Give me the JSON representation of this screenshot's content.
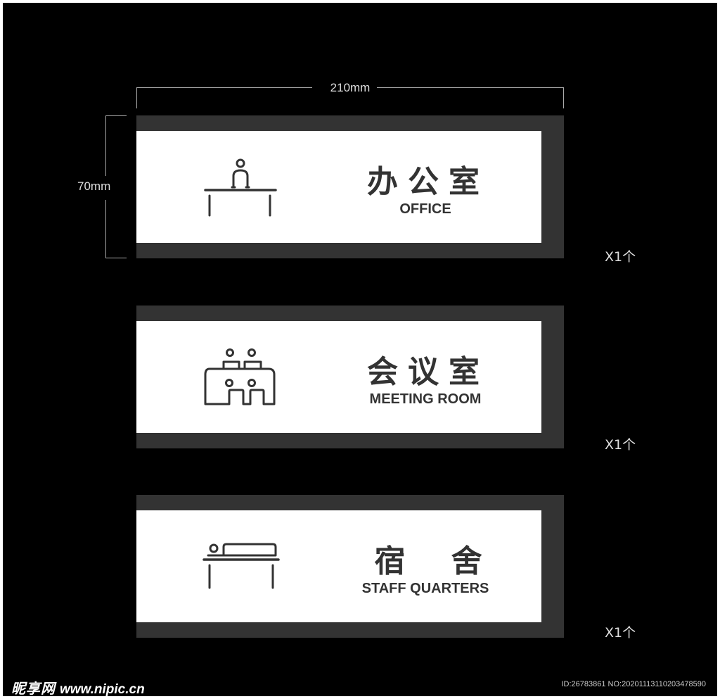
{
  "dimensions": {
    "width_label": "210mm",
    "height_label": "70mm"
  },
  "signs": [
    {
      "title_cn": "办公室",
      "title_en": "OFFICE",
      "icon": "office-desk-person-icon",
      "quantity": "X1个"
    },
    {
      "title_cn": "会议室",
      "title_en": "MEETING ROOM",
      "icon": "meeting-table-people-icon",
      "quantity": "X1个"
    },
    {
      "title_cn": "宿 舍",
      "title_en": "STAFF QUARTERS",
      "icon": "bed-icon",
      "quantity": "X1个"
    }
  ],
  "colors": {
    "background": "#000000",
    "sign_frame": "#333333",
    "sign_face": "#ffffff",
    "text": "#333333"
  },
  "watermark": {
    "site_cn": "昵享网",
    "site_url": "www.nipic.cn",
    "id_text": "ID:26783861 NO:20201113110203478590"
  }
}
